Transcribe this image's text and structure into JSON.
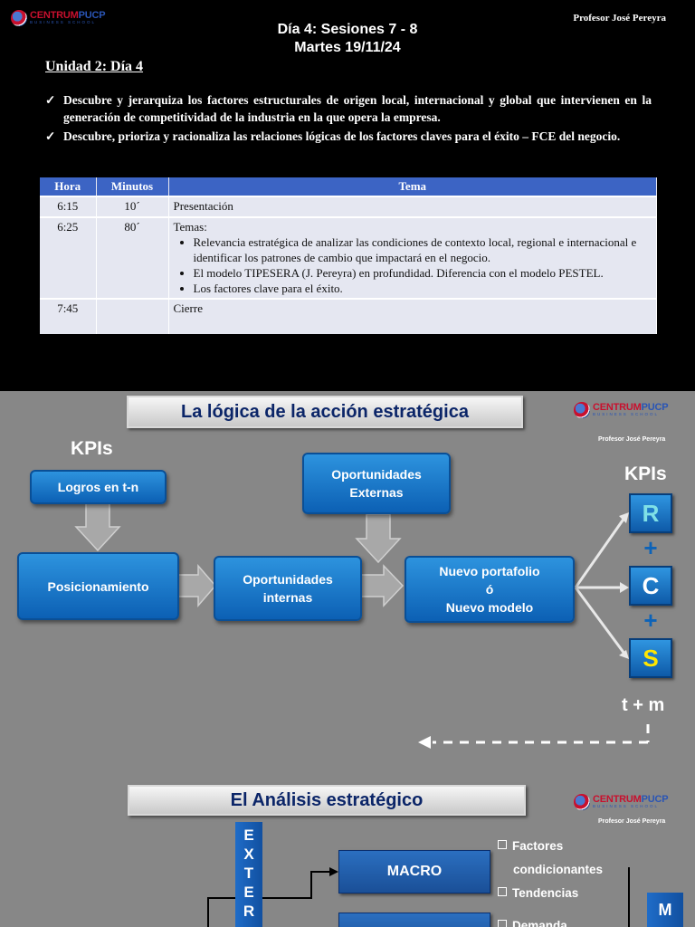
{
  "brand": {
    "logo_main": "CENTRUMPUCP",
    "logo_sub": "BUSINESS SCHOOL"
  },
  "slide1": {
    "title_line1": "Día  4: Sesiones 7 - 8",
    "title_line2": "Martes 19/11/24",
    "professor": "Profesor José Pereyra",
    "unit": "Unidad 2: Día 4",
    "objectives": [
      "Descubre y jerarquiza los factores estructurales de origen local, internacional y global que intervienen en la generación de competitividad de la industria en la que opera la empresa.",
      "Descubre, prioriza y racionaliza las relaciones lógicas de los factores claves para el éxito – FCE del negocio."
    ],
    "table": {
      "headers": [
        "Hora",
        "Minutos",
        "Tema"
      ],
      "rows": [
        {
          "hora": "6:15",
          "min": "10´",
          "tema": "Presentación"
        },
        {
          "hora": "6:25",
          "min": "80´",
          "tema": "Temas:",
          "bullets": [
            "Relevancia estratégica de analizar las condiciones de contexto local, regional e internacional e identificar los patrones de cambio que impactará en el negocio.",
            "El modelo TIPESERA  (J. Pereyra) en profundidad. Diferencia con el modelo PESTEL.",
            " Los factores clave para el éxito."
          ]
        },
        {
          "hora": "7:45",
          "min": "",
          "tema": "Cierre"
        }
      ]
    }
  },
  "slide2": {
    "title": "La lógica de la acción estratégica",
    "professor": "Profesor José Pereyra",
    "kpis_left": "KPIs",
    "kpis_right": "KPIs",
    "box_logros": "Logros en t-n",
    "box_oport_ext_1": "Oportunidades",
    "box_oport_ext_2": "Externas",
    "box_posicionamiento": "Posicionamiento",
    "box_oport_int_1": "Oportunidades",
    "box_oport_int_2": "internas",
    "box_nuevo_1": "Nuevo portafolio",
    "box_nuevo_2": "ó",
    "box_nuevo_3": "Nuevo modelo",
    "letters": [
      {
        "letter": "R",
        "color": "#7fe0e6"
      },
      {
        "letter": "C",
        "color": "#ffffff"
      },
      {
        "letter": "S",
        "color": "#ffe600"
      }
    ],
    "plus": "+",
    "t_plus_m": "t + m"
  },
  "slide3": {
    "title": "El Análisis estratégico",
    "professor": "Profesor José Pereyra",
    "vertical_letters": [
      "E",
      "X",
      "T",
      "E",
      "R"
    ],
    "box_macro": "MACRO",
    "bullets": [
      "Factores",
      "condicionantes",
      "Tendencias",
      "Demanda"
    ],
    "right_letter": "M"
  }
}
